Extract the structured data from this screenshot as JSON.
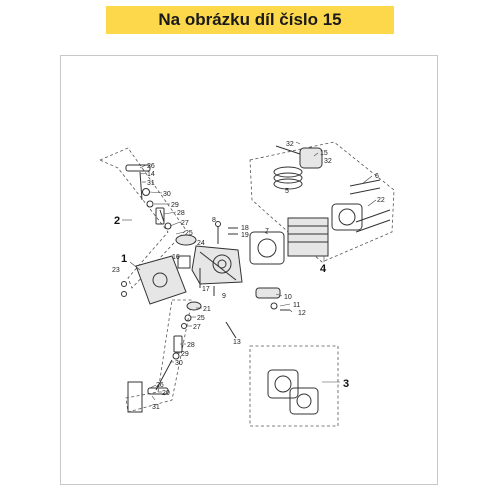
{
  "banner": {
    "text": "Na obrázku díl číslo 15",
    "color": "#fdd84b"
  },
  "groups": [
    "1",
    "2",
    "3",
    "4"
  ],
  "labels": {
    "l26a": "26",
    "l14a": "14",
    "l31a": "31",
    "l30a": "30",
    "l29a": "29",
    "l28a": "28",
    "l27a": "27",
    "l25a": "25",
    "l24": "24",
    "l8": "8",
    "l16": "16",
    "l18": "18",
    "l19": "19",
    "l23": "23",
    "l9": "9",
    "l17": "17",
    "l21": "21",
    "l25b": "25",
    "l27b": "27",
    "l13": "13",
    "l28b": "28",
    "l29b": "29",
    "l30b": "30",
    "l26b": "26",
    "l20": "20",
    "l31b": "31",
    "l10": "10",
    "l11": "11",
    "l12": "12",
    "l32a": "32",
    "l15": "15",
    "l32b": "32",
    "l5": "5",
    "l6": "6",
    "l7": "7",
    "l22": "22"
  }
}
